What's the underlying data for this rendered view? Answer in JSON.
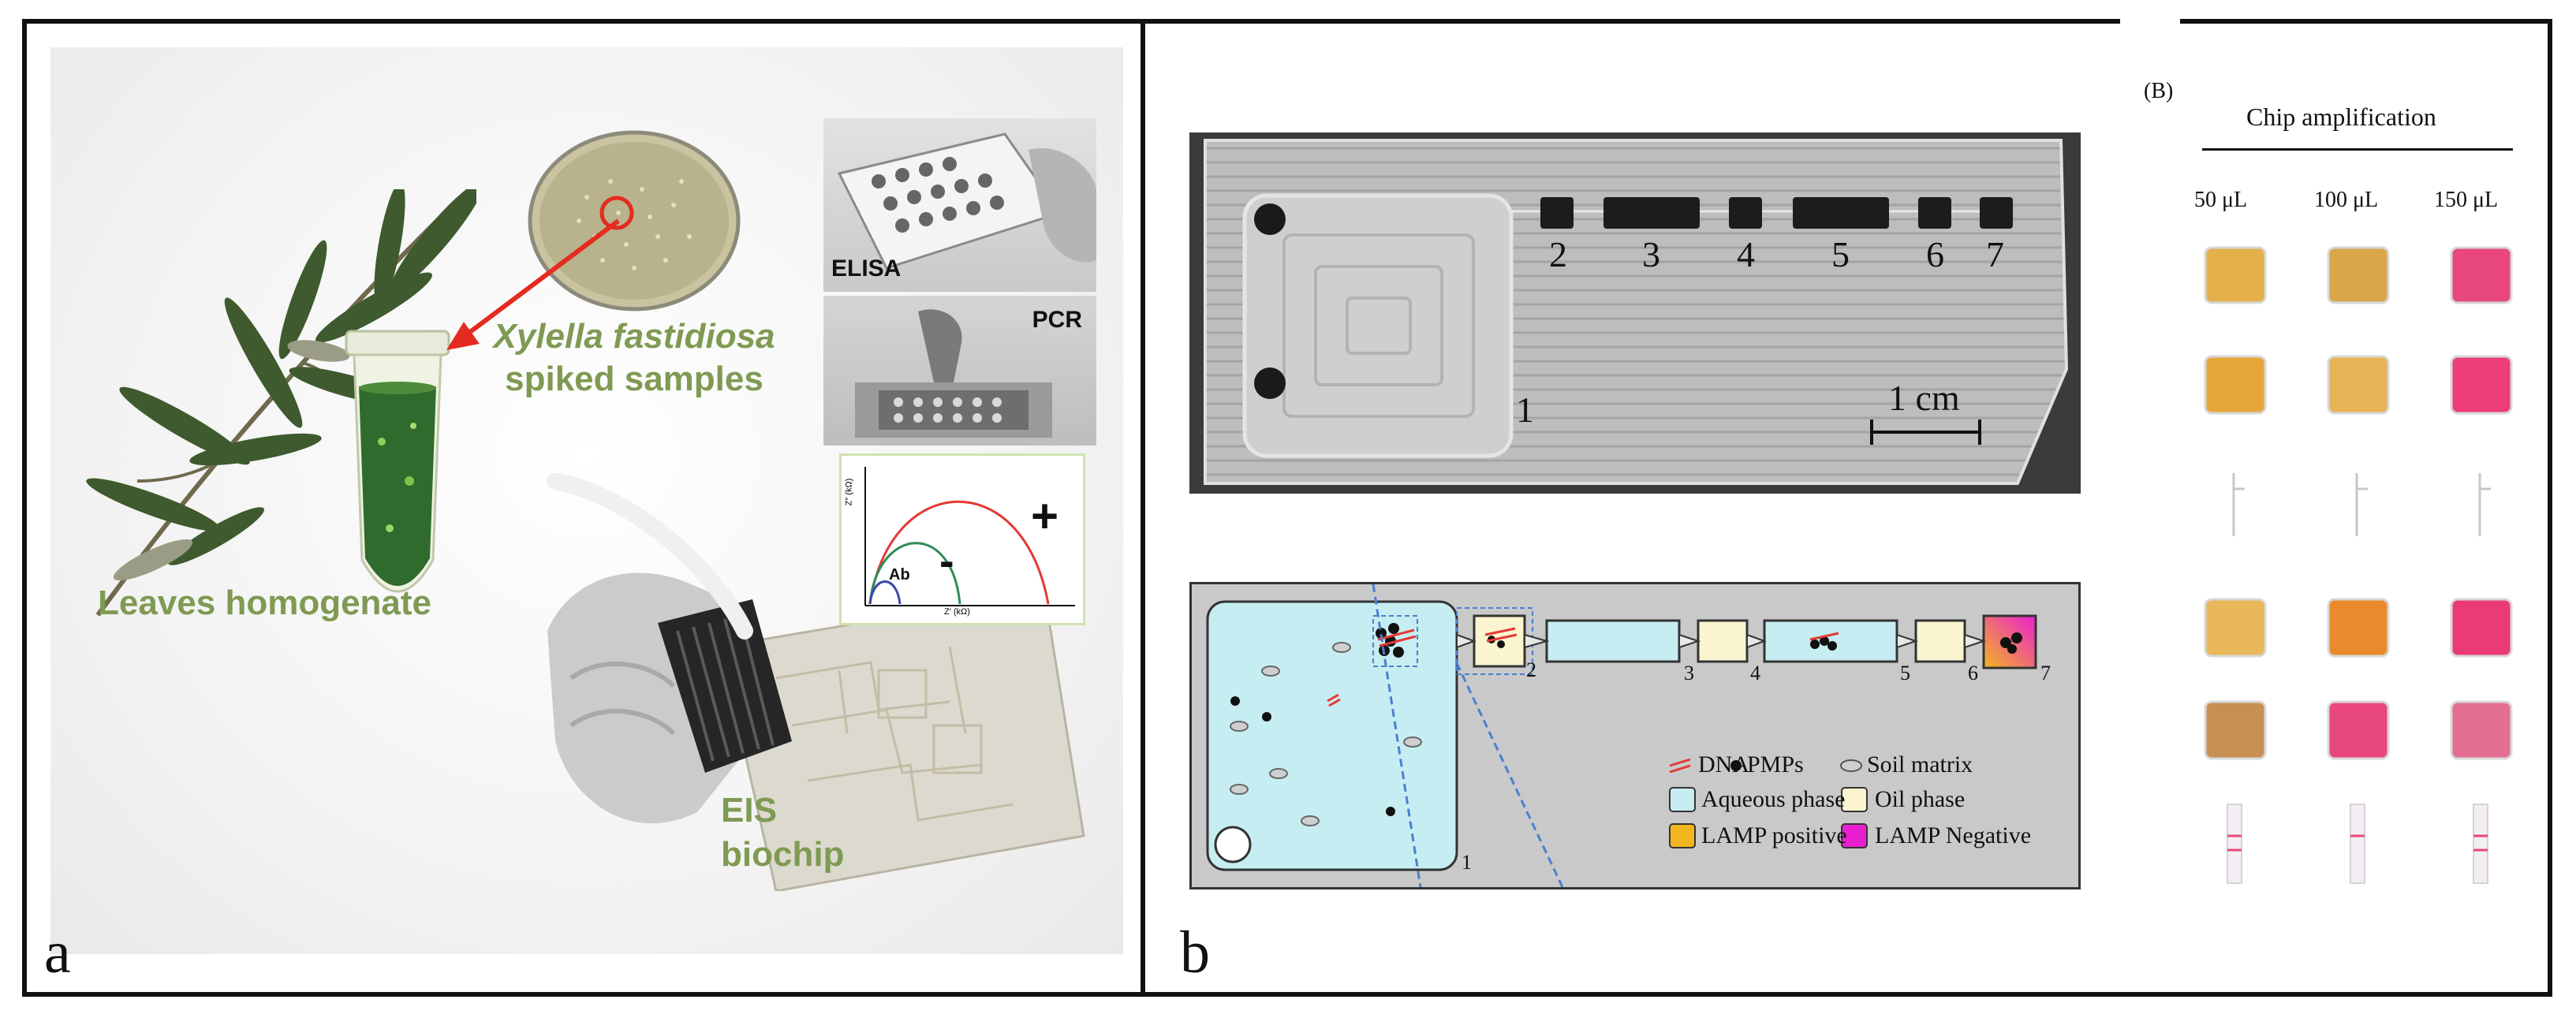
{
  "panel_a": {
    "letter": "a",
    "species_line1": "Xylella fastidiosa",
    "species_line2": "spiked samples",
    "leaves_label": "Leaves homogenate",
    "elisa_label": "ELISA",
    "pcr_label": "PCR",
    "eis_line1": "EIS",
    "eis_line2": "biochip",
    "nyquist": {
      "ylabel": "Z″ (kΩ)",
      "xlabel": "Z′ (kΩ)",
      "minus": "-",
      "plus": "+",
      "ab": "Ab"
    }
  },
  "panel_b": {
    "letter": "b",
    "photo_numbers": [
      "2",
      "3",
      "4",
      "5",
      "6",
      "7"
    ],
    "photo_number_1": "1",
    "scale_label": "1 cm",
    "schem_numbers": [
      "2",
      "3",
      "4",
      "5",
      "6",
      "7"
    ],
    "schem_number_1": "1",
    "legend": {
      "dna": "DNA",
      "pmps": "PMPs",
      "soil": "Soil matrix",
      "aqueous": "Aqueous phase",
      "oil": "Oil phase",
      "lamp_pos": "LAMP positive",
      "lamp_neg": "LAMP Negative"
    },
    "colors": {
      "aqueous": "#c6eef2",
      "oil": "#fbf5cf",
      "lamp_pos": "#f3b61f",
      "lamp_neg": "#ea1fd0",
      "chip": "#c9c9c9"
    }
  },
  "panel_B": {
    "tag": "(B)",
    "title": "Chip amplification",
    "columns": [
      "50 μL",
      "100 μL",
      "150 μL"
    ]
  }
}
